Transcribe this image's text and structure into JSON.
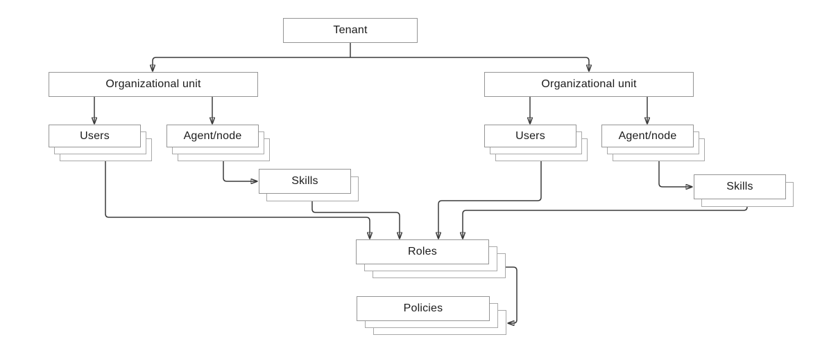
{
  "diagram": {
    "type": "hierarchy-flowchart",
    "background_color": "#ffffff",
    "colors": {
      "box_border": "#949494",
      "stack_border": "#a8a8a8",
      "connector": "#3a3a3a",
      "arrowhead": "#2f2f2f",
      "text": "#1a1a1a"
    },
    "nodes": {
      "tenant": {
        "label": "Tenant",
        "stacked": false
      },
      "org_unit_left": {
        "label": "Organizational unit",
        "stacked": false
      },
      "org_unit_right": {
        "label": "Organizational unit",
        "stacked": false
      },
      "users_left": {
        "label": "Users",
        "stacked": true
      },
      "agent_node_left": {
        "label": "Agent/node",
        "stacked": true
      },
      "skills_left": {
        "label": "Skills",
        "stacked": true
      },
      "users_right": {
        "label": "Users",
        "stacked": true
      },
      "agent_node_right": {
        "label": "Agent/node",
        "stacked": true
      },
      "skills_right": {
        "label": "Skills",
        "stacked": true
      },
      "roles": {
        "label": "Roles",
        "stacked": true
      },
      "policies": {
        "label": "Policies",
        "stacked": true
      }
    },
    "edges": [
      "tenant -> org_unit_left",
      "tenant -> org_unit_right",
      "org_unit_left -> users_left",
      "org_unit_left -> agent_node_left",
      "org_unit_right -> users_right",
      "org_unit_right -> agent_node_right",
      "agent_node_left -> skills_left",
      "agent_node_right -> skills_right",
      "users_left -> roles",
      "skills_left -> roles",
      "users_right -> roles",
      "skills_right -> roles",
      "roles -> policies"
    ]
  }
}
